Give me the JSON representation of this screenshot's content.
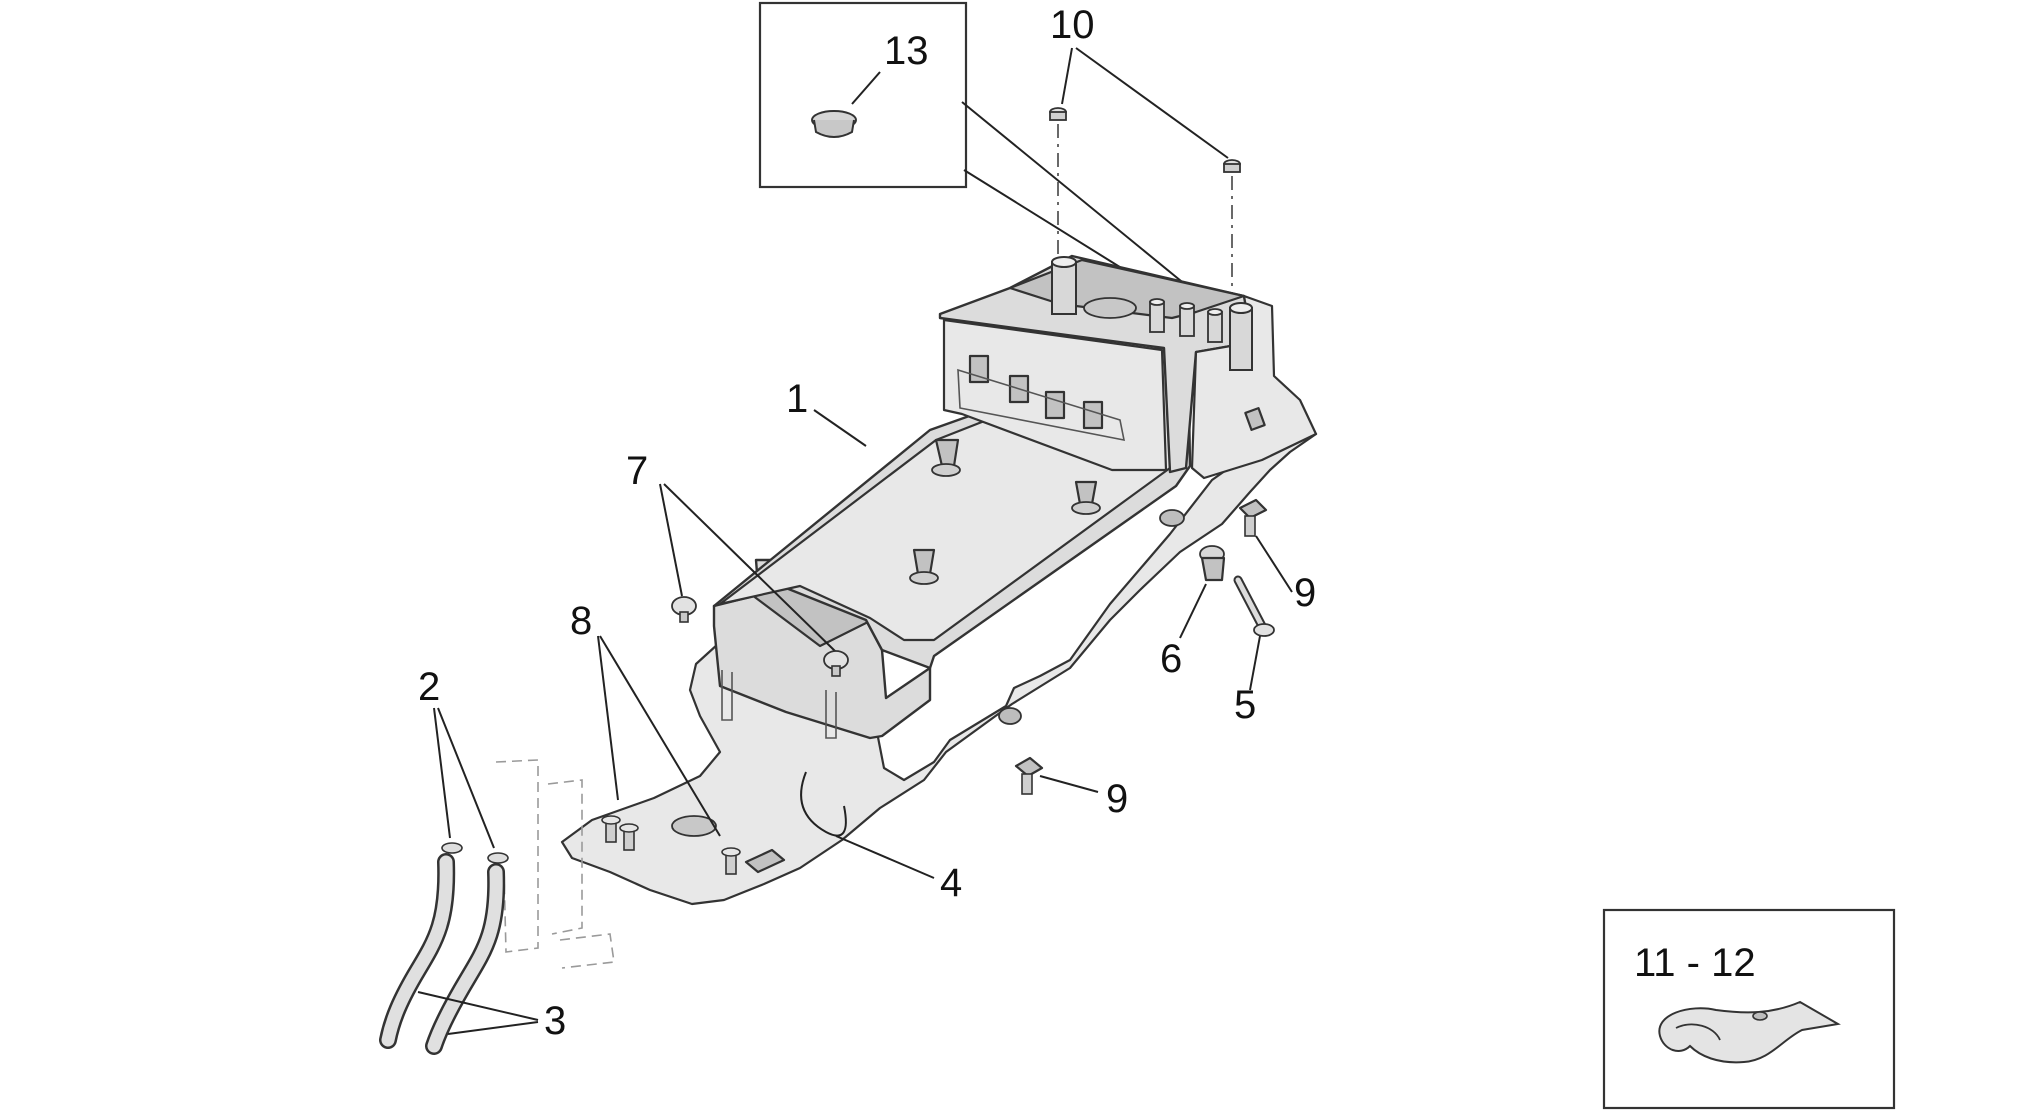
{
  "callouts": {
    "c1": "1",
    "c2": "2",
    "c3": "3",
    "c4": "4",
    "c5": "5",
    "c6": "6",
    "c7": "7",
    "c8": "8",
    "c9a": "9",
    "c9b": "9",
    "c10": "10",
    "c13": "13"
  },
  "inset_kit": {
    "label": "11 - 12"
  }
}
